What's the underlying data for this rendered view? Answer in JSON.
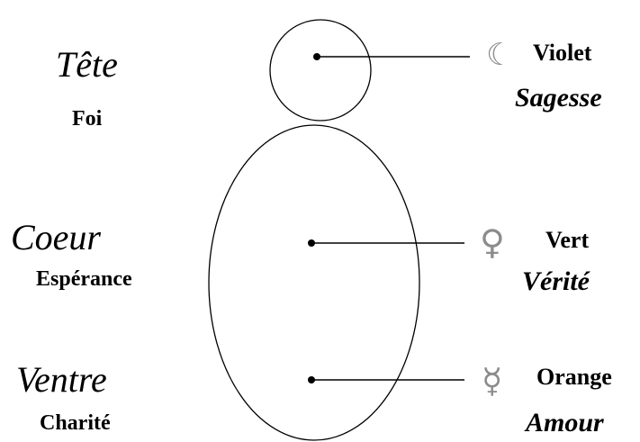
{
  "left_labels": {
    "head": {
      "title": "Tête",
      "subtitle": "Foi"
    },
    "heart": {
      "title": "Coeur",
      "subtitle": "Espérance"
    },
    "belly": {
      "title": "Ventre",
      "subtitle": "Charité"
    }
  },
  "right_labels": {
    "head": {
      "symbol": "☽",
      "color_name": "Violet",
      "virtue": "Sagesse"
    },
    "heart": {
      "symbol": "♀",
      "color_name": "Vert",
      "virtue": "Vérité"
    },
    "belly": {
      "symbol": "☿",
      "color_name": "Orange",
      "virtue": "Amour"
    }
  },
  "colors": {
    "stroke": "#000000",
    "symbol": "#8c8c8c",
    "background": "#ffffff"
  }
}
